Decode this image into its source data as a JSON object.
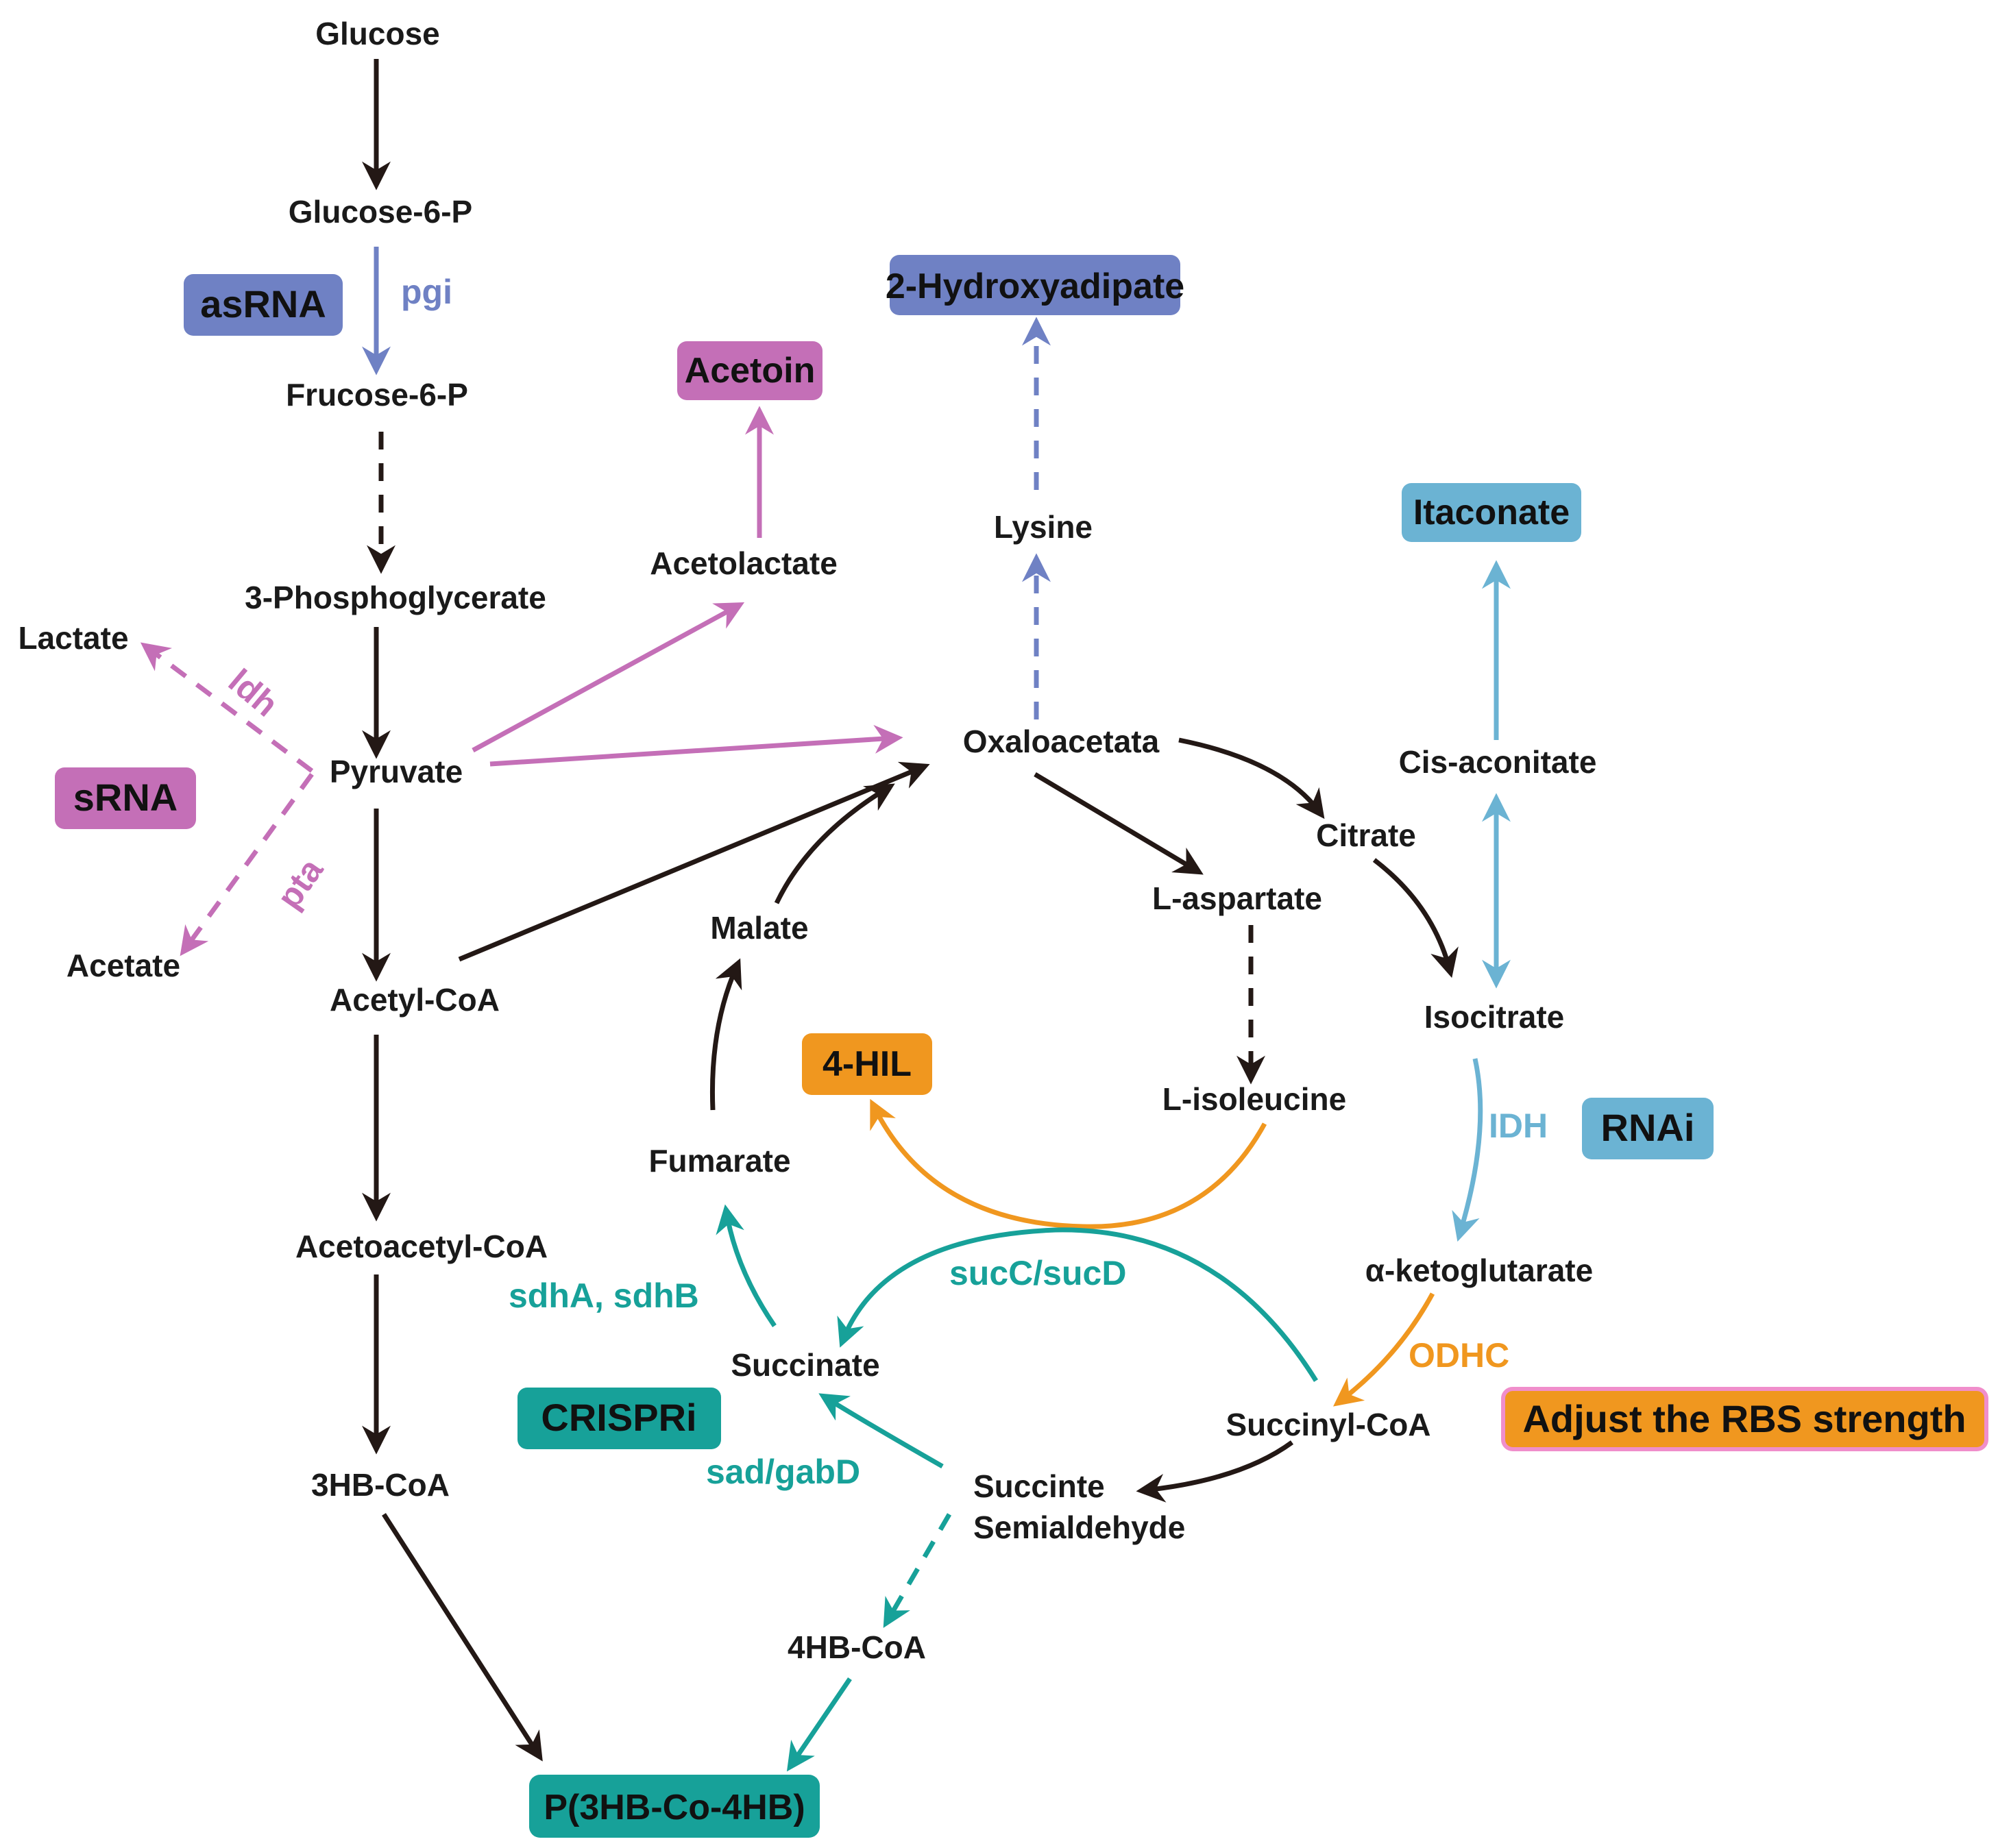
{
  "colors": {
    "black": "#231815",
    "magenta": "#c46fb7",
    "blue": "#6f81c4",
    "cyan": "#6bb3d3",
    "teal": "#17a199",
    "orange": "#f0971f"
  },
  "metabolites": {
    "glucose": "Glucose",
    "glucose6p": "Glucose-6-P",
    "fructose6p": "Frucose-6-P",
    "pga3": "3-Phosphoglycerate",
    "pyruvate": "Pyruvate",
    "lactate": "Lactate",
    "acetate": "Acetate",
    "acetylcoa": "Acetyl-CoA",
    "acetoacetylcoa": "Acetoacetyl-CoA",
    "hbcoa3": "3HB-CoA",
    "acetolactate": "Acetolactate",
    "lysine": "Lysine",
    "oxaloacetate": "Oxaloacetata",
    "citrate": "Citrate",
    "cisaconitate": "Cis-aconitate",
    "isocitrate": "Isocitrate",
    "akg": "α-ketoglutarate",
    "succinylcoa": "Succinyl-CoA",
    "ssa1": "Succinte",
    "ssa2": "Semialdehyde",
    "succinate": "Succinate",
    "fumarate": "Fumarate",
    "malate": "Malate",
    "laspartate": "L-aspartate",
    "lisoleucine": "L-isoleucine",
    "hbcoa4": "4HB-CoA"
  },
  "products": {
    "hydroxyadipate": "2-Hydroxyadipate",
    "acetoin": "Acetoin",
    "itaconate": "Itaconate",
    "hil": "4-HIL",
    "p3hb4hb": "P(3HB-Co-4HB)"
  },
  "enzymes": {
    "pgi": "pgi",
    "ldh": "ldh",
    "pta": "pta",
    "idh": "IDH",
    "odhc": "ODHC",
    "sucCD": "sucC/sucD",
    "sdhAB": "sdhA, sdhB",
    "sadgabD": "sad/gabD"
  },
  "methods": {
    "asrna": "asRNA",
    "srna": "sRNA",
    "rnai": "RNAi",
    "crispri": "CRISPRi",
    "rbs": "Adjust the RBS strength"
  }
}
